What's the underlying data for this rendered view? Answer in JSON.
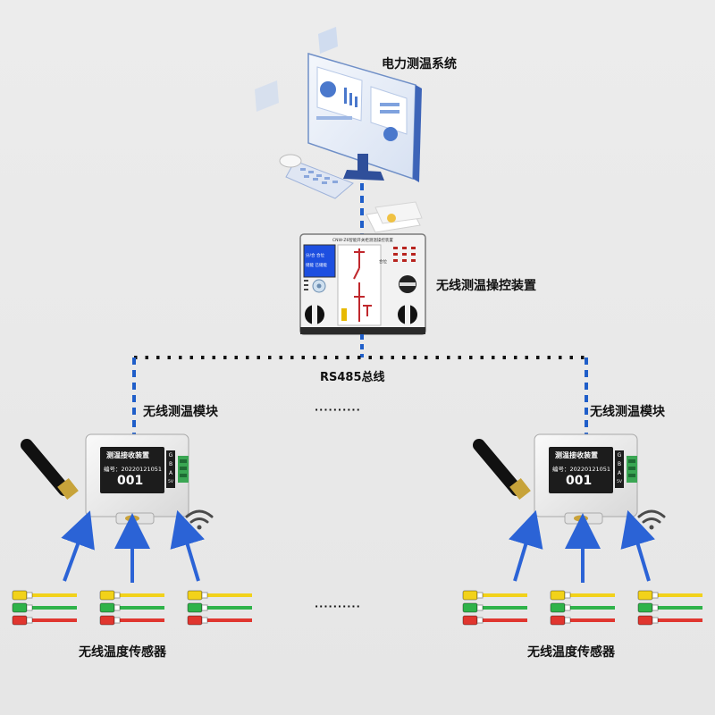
{
  "system": {
    "title": "电力测温系统"
  },
  "controller": {
    "label": "无线测温操控装置",
    "panel_header": "CNW-Z6智能开关柜测温操控装置",
    "indicator_text": "合位",
    "screen_line1": "分/合 合位",
    "screen_line2": "储能 已储能"
  },
  "bus": {
    "label": "RS485总线"
  },
  "modules": [
    {
      "label": "无线测温模块",
      "panel_title": "测温接收装置",
      "serial": "编号：20220121051",
      "display": "001",
      "side_tags": [
        "G",
        "B",
        "A",
        "5V"
      ]
    },
    {
      "label": "无线测温模块",
      "panel_title": "测温接收装置",
      "serial": "编号：20220121051",
      "display": "001",
      "side_tags": [
        "G",
        "B",
        "A",
        "5V"
      ]
    }
  ],
  "sensors": [
    {
      "label": "无线温度传感器"
    },
    {
      "label": "无线温度传感器"
    }
  ],
  "ellipsis": {
    "top": "··········",
    "bottom": "··········"
  },
  "colors": {
    "bus_line": "#111111",
    "link_blue": "#1f5ec9",
    "arrow_blue": "#2b63d6",
    "sensor_yellow": "#f2d21a",
    "sensor_green": "#2fb34a",
    "sensor_red": "#e0362f"
  }
}
